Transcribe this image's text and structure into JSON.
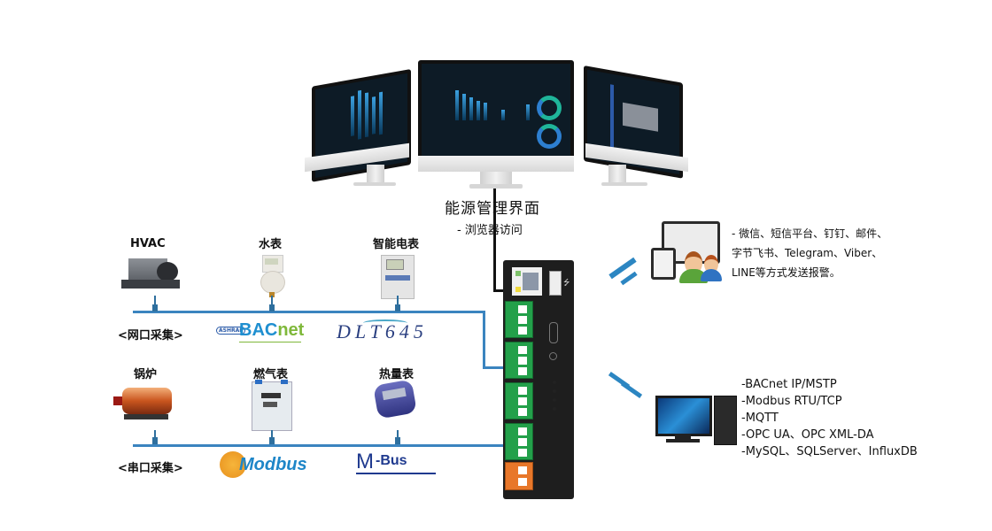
{
  "monitors": {
    "title": "能源管理界面",
    "subtitle": "- 浏览器访问"
  },
  "network_group": {
    "label": "<网口采集>",
    "devices": [
      {
        "name": "HVAC"
      },
      {
        "name": "水表"
      },
      {
        "name": "智能电表"
      }
    ],
    "protocols": [
      {
        "name": "BACnet",
        "badge": "ASHRAE"
      },
      {
        "name": "DL/T645",
        "display": "DLT645"
      }
    ]
  },
  "serial_group": {
    "label": "<串口采集>",
    "devices": [
      {
        "name": "锅炉"
      },
      {
        "name": "燃气表"
      },
      {
        "name": "热量表"
      }
    ],
    "protocols": [
      {
        "name": "Modbus"
      },
      {
        "name": "M-Bus",
        "display": "-Bus",
        "prefix": "M"
      }
    ]
  },
  "alerts": {
    "lines": [
      "- 微信、短信平台、钉钉、邮件、",
      "字节飞书、Telegram、Viber、",
      "LINE等方式发送报警。"
    ]
  },
  "upstream": {
    "lines": [
      "-BACnet IP/MSTP",
      "-Modbus RTU/TCP",
      "-MQTT",
      "-OPC UA、OPC XML-DA",
      "-MySQL、SQLServer、InfluxDB"
    ]
  },
  "colors": {
    "bus": "#3b84bf",
    "terminal_green": "#23a04a",
    "terminal_orange": "#e8772a",
    "gateway_body": "#1e1e1e",
    "bacnet_blue": "#1f8fd0",
    "bacnet_green": "#7fb83a"
  }
}
